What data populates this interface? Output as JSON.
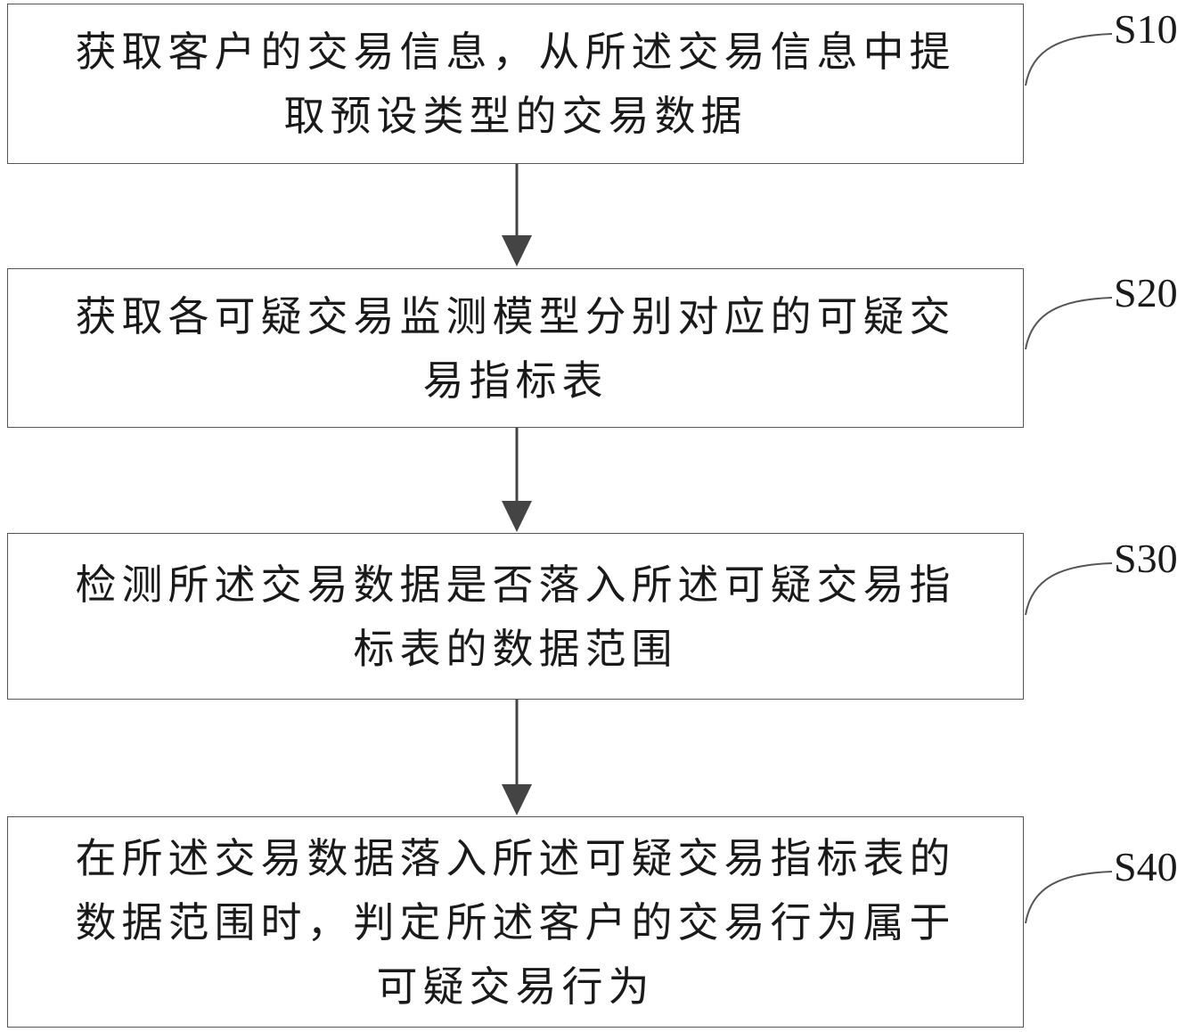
{
  "steps": [
    {
      "id": "S10",
      "label": "S10",
      "lines": [
        "获取客户的交易信息，从所述交易信息中提",
        "取预设类型的交易数据"
      ]
    },
    {
      "id": "S20",
      "label": "S20",
      "lines": [
        "获取各可疑交易监测模型分别对应的可疑交",
        "易指标表"
      ]
    },
    {
      "id": "S30",
      "label": "S30",
      "lines": [
        "检测所述交易数据是否落入所述可疑交易指",
        "标表的数据范围"
      ]
    },
    {
      "id": "S40",
      "label": "S40",
      "lines": [
        "在所述交易数据落入所述可疑交易指标表的",
        "数据范围时，判定所述客户的交易行为属于",
        "可疑交易行为"
      ]
    }
  ],
  "colors": {
    "border": "#555555",
    "arrow": "#444444",
    "text": "#1a1a1a"
  }
}
